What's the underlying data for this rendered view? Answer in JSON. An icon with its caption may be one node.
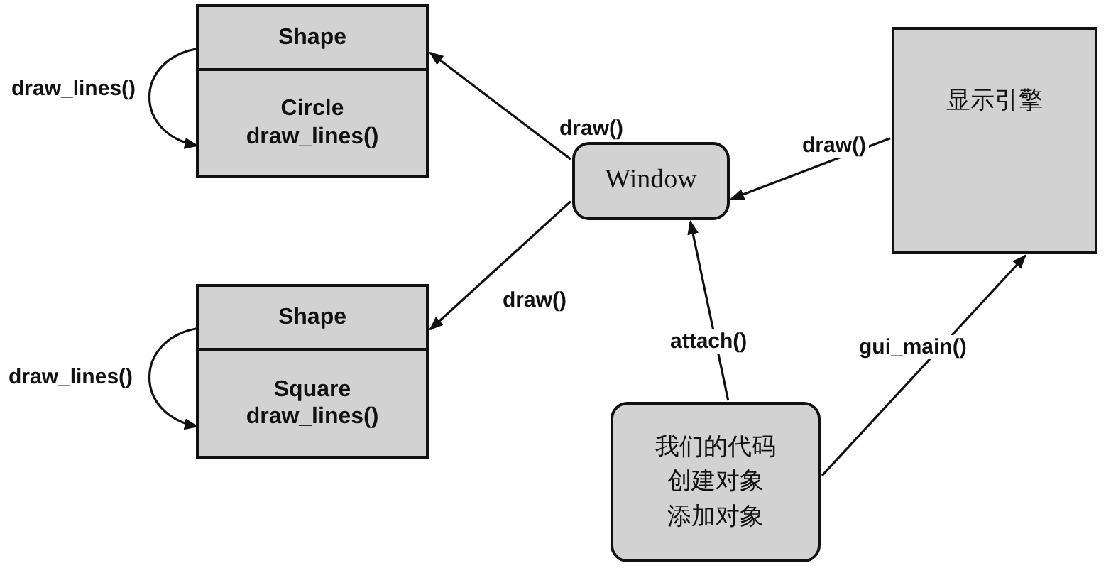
{
  "diagram": {
    "nodes": [
      {
        "text": [],
        "shape": "box"
      },
      {
        "text": [
          "Shape"
        ],
        "in": 0
      },
      {
        "text": [
          "Circle draw_lines()"
        ],
        "in": 0
      },
      {
        "text": [],
        "shape": "box"
      },
      {
        "text": [
          "Shape"
        ],
        "in": 3
      },
      {
        "text": [
          "Square draw_lines()"
        ],
        "in": 3
      },
      {
        "text": [
          "Window"
        ]
      },
      {
        "text": [
          "显示引擎"
        ]
      },
      {
        "text": [
          "我们的代码",
          "创建对象",
          "添加对象"
        ]
      }
    ],
    "edges": [
      {
        "from": 6,
        "to": 0,
        "arrow": "to",
        "label": "draw()"
      },
      {
        "from": 6,
        "to": 3,
        "arrow": "to",
        "label": "draw()"
      },
      {
        "from": 7,
        "to": 6,
        "arrow": "to",
        "label": "draw()"
      },
      {
        "from": 8,
        "to": 6,
        "arrow": "to",
        "label": "attach()"
      },
      {
        "from": 8,
        "to": 7,
        "arrow": "to",
        "label": "gui_main()"
      },
      {
        "from": 1,
        "to": 2,
        "arrow": "to",
        "label": "draw_lines()"
      },
      {
        "from": 4,
        "to": 5,
        "arrow": "to",
        "label": "draw_lines()"
      }
    ]
  }
}
